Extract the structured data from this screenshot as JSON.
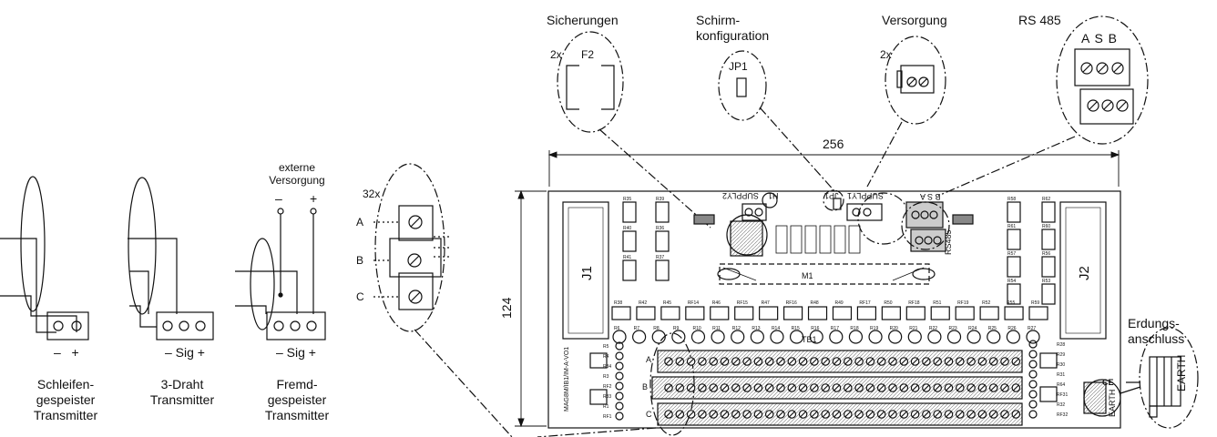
{
  "wiring": {
    "loop": {
      "terminal_left": "–",
      "terminal_right": "+",
      "caption": [
        "Schleifen-",
        "gespeister",
        "Transmitter"
      ]
    },
    "three_wire": {
      "terminal": "– Sig +",
      "caption": [
        "3-Draht",
        "Transmitter"
      ]
    },
    "external": {
      "supply_title": [
        "externe",
        "Versorgung"
      ],
      "supply_minus": "–",
      "supply_plus": "+",
      "terminal": "– Sig +",
      "caption": [
        "Fremd-",
        "gespeister",
        "Transmitter"
      ]
    }
  },
  "input_detail": {
    "count": "32x",
    "row_a": "A",
    "row_b": "B",
    "row_c": "C"
  },
  "callouts": {
    "fuses": {
      "title": "Sicherungen",
      "count": "2x",
      "part": "F2"
    },
    "shield": {
      "title": [
        "Schirm-",
        "konfiguration"
      ],
      "part": "JP1"
    },
    "supply": {
      "title": "Versorgung",
      "count": "2x"
    },
    "rs485": {
      "title": "RS 485",
      "pins": "A S B"
    },
    "earth": {
      "title": [
        "Erdungs-",
        "anschluss"
      ],
      "label": "EARTH"
    }
  },
  "dimensions": {
    "width": "256",
    "height": "124"
  },
  "board": {
    "j1": "J1",
    "j2": "J2",
    "m1": "M1",
    "tb1": "TB1",
    "h1": "H1",
    "supply2": "SUPPLY2",
    "supply1": "SUPPLY1",
    "jp1": "JP1",
    "rs485": "RS485",
    "bsa": "B  S  A",
    "ce": "CE",
    "earth": "EARTH",
    "row_a": "A",
    "row_b": "B",
    "row_c": "C",
    "part_no": "MAG8M/IB1/IM-A-VO1",
    "res_top1": [
      "R35",
      "R39",
      "R40",
      "R36",
      "R41",
      "R37"
    ],
    "res_row": [
      "R38",
      "R42",
      "R45",
      "RF14",
      "R46",
      "RF15",
      "R47",
      "RF16",
      "R48",
      "R49",
      "RF17",
      "R50",
      "RF18",
      "R51",
      "RF19",
      "R52",
      "R55",
      "R59"
    ],
    "res_tb": [
      "R6",
      "R7",
      "R8",
      "R9",
      "R10",
      "R11",
      "R12",
      "R13",
      "R14",
      "R15",
      "R16",
      "R17",
      "R18",
      "R19",
      "R20",
      "R21",
      "R22",
      "R23",
      "R24",
      "R25",
      "R26",
      "R27"
    ],
    "res_right": [
      "R58",
      "R62",
      "R61",
      "R60",
      "R57",
      "R56",
      "R54",
      "R53"
    ],
    "res_left": [
      "R5",
      "R4",
      "R34",
      "R3",
      "RF2",
      "R33",
      "R1",
      "RF1"
    ],
    "res_far_right": [
      "R28",
      "R29",
      "R30",
      "R31",
      "R64",
      "RF31",
      "R32",
      "RF32"
    ]
  }
}
